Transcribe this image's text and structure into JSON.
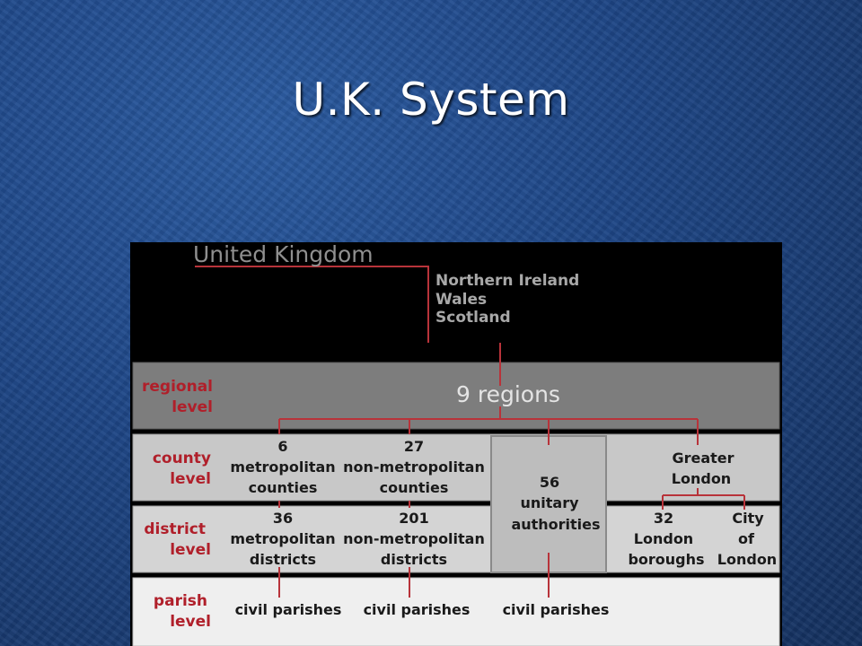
{
  "slide": {
    "title": "U.K. System"
  },
  "diagram": {
    "root": "United Kingdom",
    "countries": [
      "Northern Ireland",
      "Wales",
      "Scotland"
    ],
    "levels": {
      "regional": [
        "regional",
        "level"
      ],
      "county": [
        "county",
        "level"
      ],
      "district": [
        "district",
        "level"
      ],
      "parish": [
        "parish",
        "level"
      ]
    },
    "regions": "9 regions",
    "county_nodes": {
      "metropolitan": [
        "6",
        "metropolitan",
        "counties"
      ],
      "non_metropolitan": [
        "27",
        "non-metropolitan",
        "counties"
      ],
      "greater_london": [
        "Greater",
        "London"
      ]
    },
    "unitary": [
      "56",
      "unitary",
      "authorities"
    ],
    "district_nodes": {
      "metropolitan": [
        "36",
        "metropolitan",
        "districts"
      ],
      "non_metropolitan": [
        "201",
        "non-metropolitan",
        "districts"
      ],
      "london_boroughs": [
        "32",
        "London",
        "boroughs"
      ],
      "city_of_london": [
        "City",
        "of",
        "London"
      ]
    },
    "parish_nodes": [
      "civil parishes",
      "civil parishes",
      "civil parishes"
    ],
    "colors": {
      "line": "#b8333a",
      "band_regional": "#7d7d7d",
      "band_county": "#c8c8c8",
      "band_district": "#d4d4d4",
      "band_parish": "#efefef",
      "unitary_box": "#bdbdbd",
      "label_red": "#b01f2a"
    }
  }
}
